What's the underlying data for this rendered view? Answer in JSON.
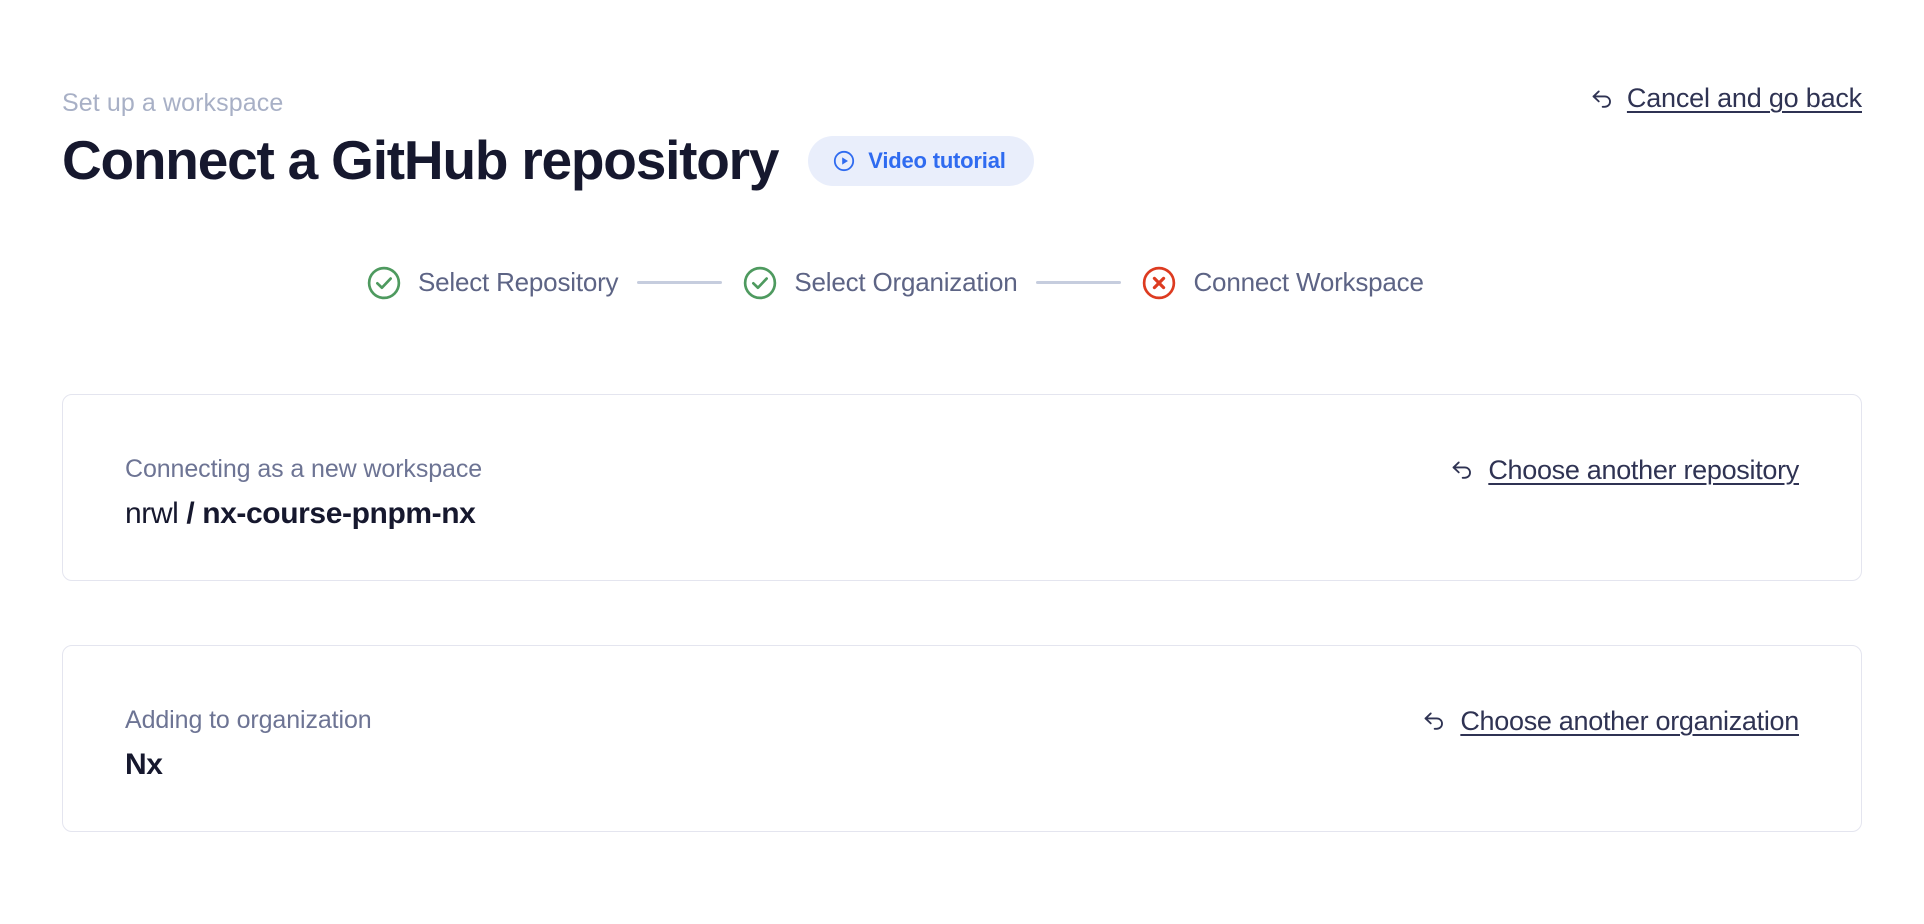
{
  "header": {
    "eyebrow": "Set up a workspace",
    "title": "Connect a GitHub repository",
    "video_badge": {
      "label": "Video tutorial",
      "icon": "play-circle-icon",
      "bg_color": "#e9eefb",
      "text_color": "#2f6bf0"
    },
    "cancel": {
      "label": "Cancel and go back",
      "icon": "undo-arrow-icon"
    }
  },
  "stepper": {
    "connector_color": "#c6cdde",
    "steps": [
      {
        "label": "Select Repository",
        "state": "complete",
        "icon": "check-circle-icon",
        "color": "#4e9a5f"
      },
      {
        "label": "Select Organization",
        "state": "complete",
        "icon": "check-circle-icon",
        "color": "#4e9a5f"
      },
      {
        "label": "Connect Workspace",
        "state": "error",
        "icon": "x-circle-icon",
        "color": "#dd3b20"
      }
    ]
  },
  "cards": [
    {
      "caption": "Connecting as a new workspace",
      "owner": "nrwl",
      "separator": " / ",
      "name": "nx-course-pnpm-nx",
      "action": {
        "label": "Choose another repository",
        "icon": "undo-arrow-icon"
      }
    },
    {
      "caption": "Adding to organization",
      "value": "Nx",
      "action": {
        "label": "Choose another organization",
        "icon": "undo-arrow-icon"
      }
    }
  ]
}
